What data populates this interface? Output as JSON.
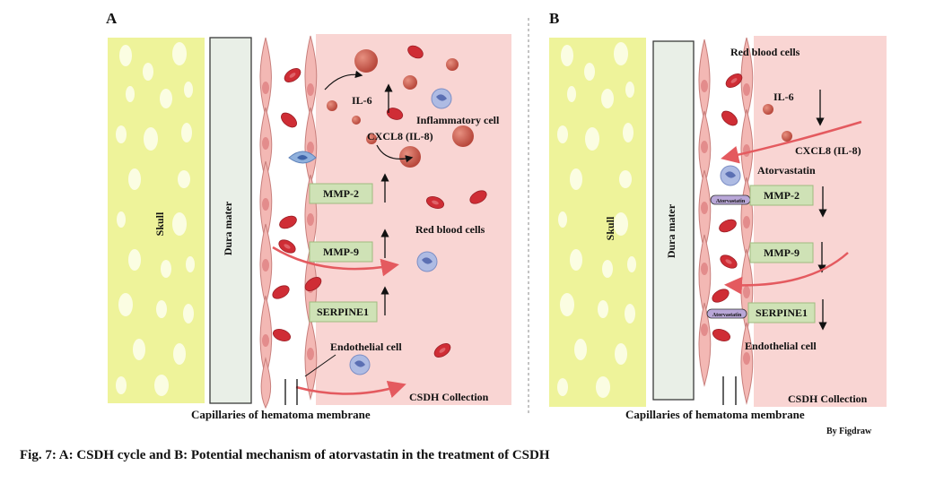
{
  "panelA": {
    "letter": "A",
    "skull": "Skull",
    "dura": "Dura mater",
    "il6": "IL-6",
    "inflammatory": "Inflammatory cell",
    "cxcl8": "CXCL8 (IL-8)",
    "mmp2": "MMP-2",
    "mmp9": "MMP-9",
    "serpine1": "SERPINE1",
    "rbc": "Red blood cells",
    "endothelial": "Endothelial cell",
    "collection": "CSDH Collection",
    "capillaries": "Capillaries of hematoma membrane"
  },
  "panelB": {
    "letter": "B",
    "skull": "Skull",
    "dura": "Dura mater",
    "rbc": "Red blood cells",
    "il6": "IL-6",
    "cxcl8": "CXCL8 (IL-8)",
    "atorvastatin": "Atorvastatin",
    "drug_tag": "Atorvastatin",
    "mmp2": "MMP-2",
    "mmp9": "MMP-9",
    "serpine1": "SERPINE1",
    "endothelial": "Endothelial cell",
    "collection": "CSDH Collection",
    "capillaries": "Capillaries of hematoma membrane"
  },
  "credit": "By Figdraw",
  "caption": "Fig. 7: A: CSDH cycle and B: Potential mechanism of atorvastatin in the treatment of CSDH",
  "colors": {
    "skull": "#eef39a",
    "skull_hole": "#fbfde2",
    "dura": "#e9efe7",
    "collection": "#f9d5d3",
    "cell": "#f3b8b4",
    "nucleus": "#e38c8c",
    "rbc": "#cf2d35",
    "label_box": "#cfe2b6",
    "arrow": "#e45a5f",
    "immune": "#9fb2df"
  }
}
